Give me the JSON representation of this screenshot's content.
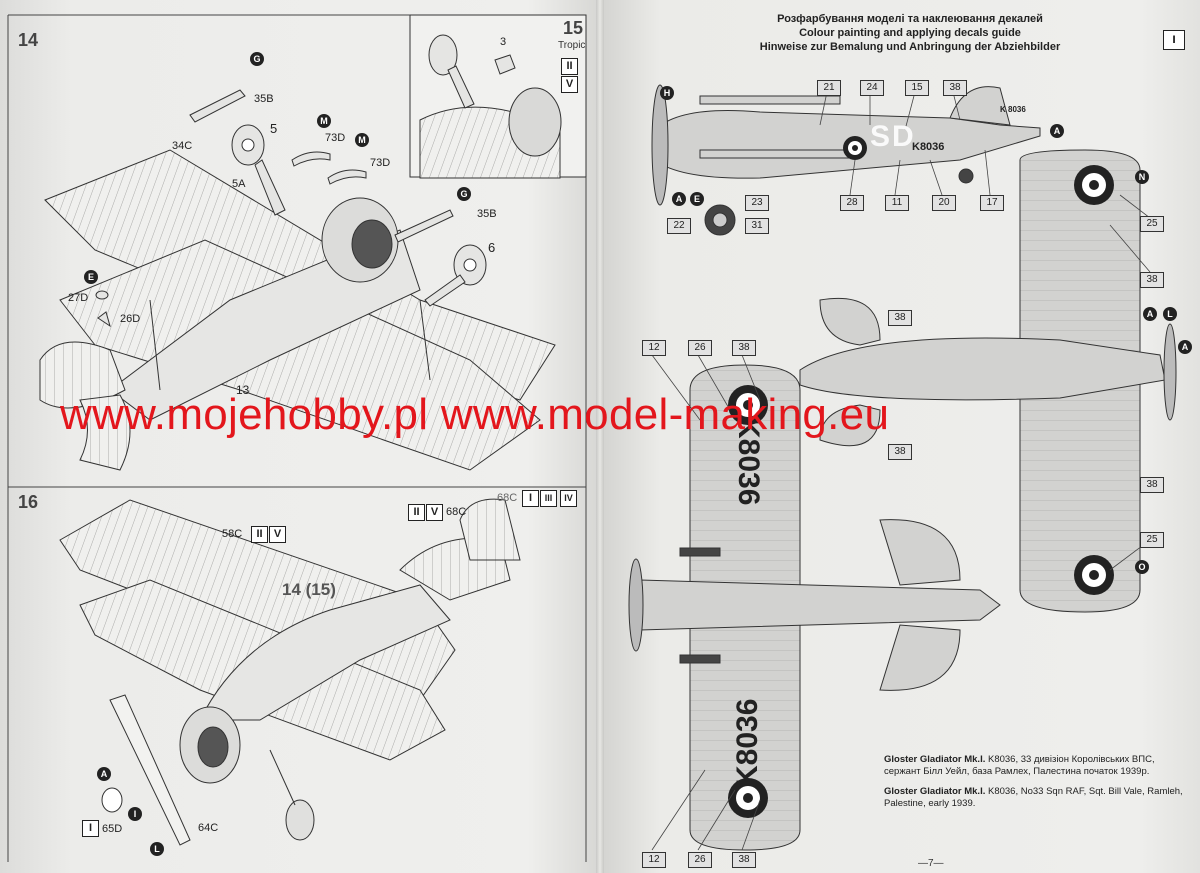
{
  "header": {
    "title_ua": "Розфарбування моделі та наклеювання декалей",
    "title_en": "Colour painting  and applying decals guide",
    "title_de": "Hinweise zur Bemalung und Anbringung der Abziehbilder",
    "page_tag": "I"
  },
  "steps": {
    "s14": "14",
    "s15": "15",
    "s15_note": "Tropic",
    "s16": "16",
    "assembly_ref": "14 (15)"
  },
  "roman": {
    "i": "I",
    "ii": "II",
    "iii": "III",
    "iv": "IV",
    "v": "V"
  },
  "left_parts": {
    "p35b_top": "35B",
    "p5": "5",
    "p34c": "34C",
    "p5a": "5A",
    "p73d_a": "73D",
    "p73d_b": "73D",
    "p35b_right": "35B",
    "p6": "6",
    "p27d": "27D",
    "p26d": "26D",
    "p13": "13",
    "p3": "3",
    "p58c": "58C",
    "p68c_a": "68C",
    "p68c_b": "68C",
    "p65d": "65D",
    "p64c": "64C"
  },
  "markers": {
    "g": "G",
    "m": "M",
    "e": "E",
    "a": "A",
    "i": "I",
    "l": "L",
    "h": "H",
    "n": "N",
    "o": "O"
  },
  "decals": {
    "d21": "21",
    "d24": "24",
    "d15": "15",
    "d38": "38",
    "d28": "28",
    "d11": "11",
    "d20": "20",
    "d17": "17",
    "d23": "23",
    "d22": "22",
    "d31": "31",
    "d25": "25",
    "d12": "12",
    "d26": "26"
  },
  "serials": {
    "fuselage": "K8036",
    "fin": "K 8036",
    "codes": "SD",
    "wing_top": "K8036",
    "wing_bottom": "K8036"
  },
  "watermark": "www.mojehobby.pl www.model-making.eu",
  "caption": {
    "ua_title": "Gloster Gladiator Mk.I.",
    "ua_text": " K8036, 33 дивізіон Королівських ВПС, сержант Білл Уейл, база Рамлех, Палестина початок 1939р.",
    "en_title": "Gloster Gladiator Mk.I.",
    "en_text": " K8036, No33 Sqn RAF, Sqt. Bill Vale, Ramleh, Palestine, early 1939."
  },
  "page_number": "—7—",
  "colors": {
    "roundel_outer": "#222222",
    "roundel_mid": "#ffffff",
    "watermark": "#e3161c",
    "aircraft": "#d2d2d0"
  }
}
